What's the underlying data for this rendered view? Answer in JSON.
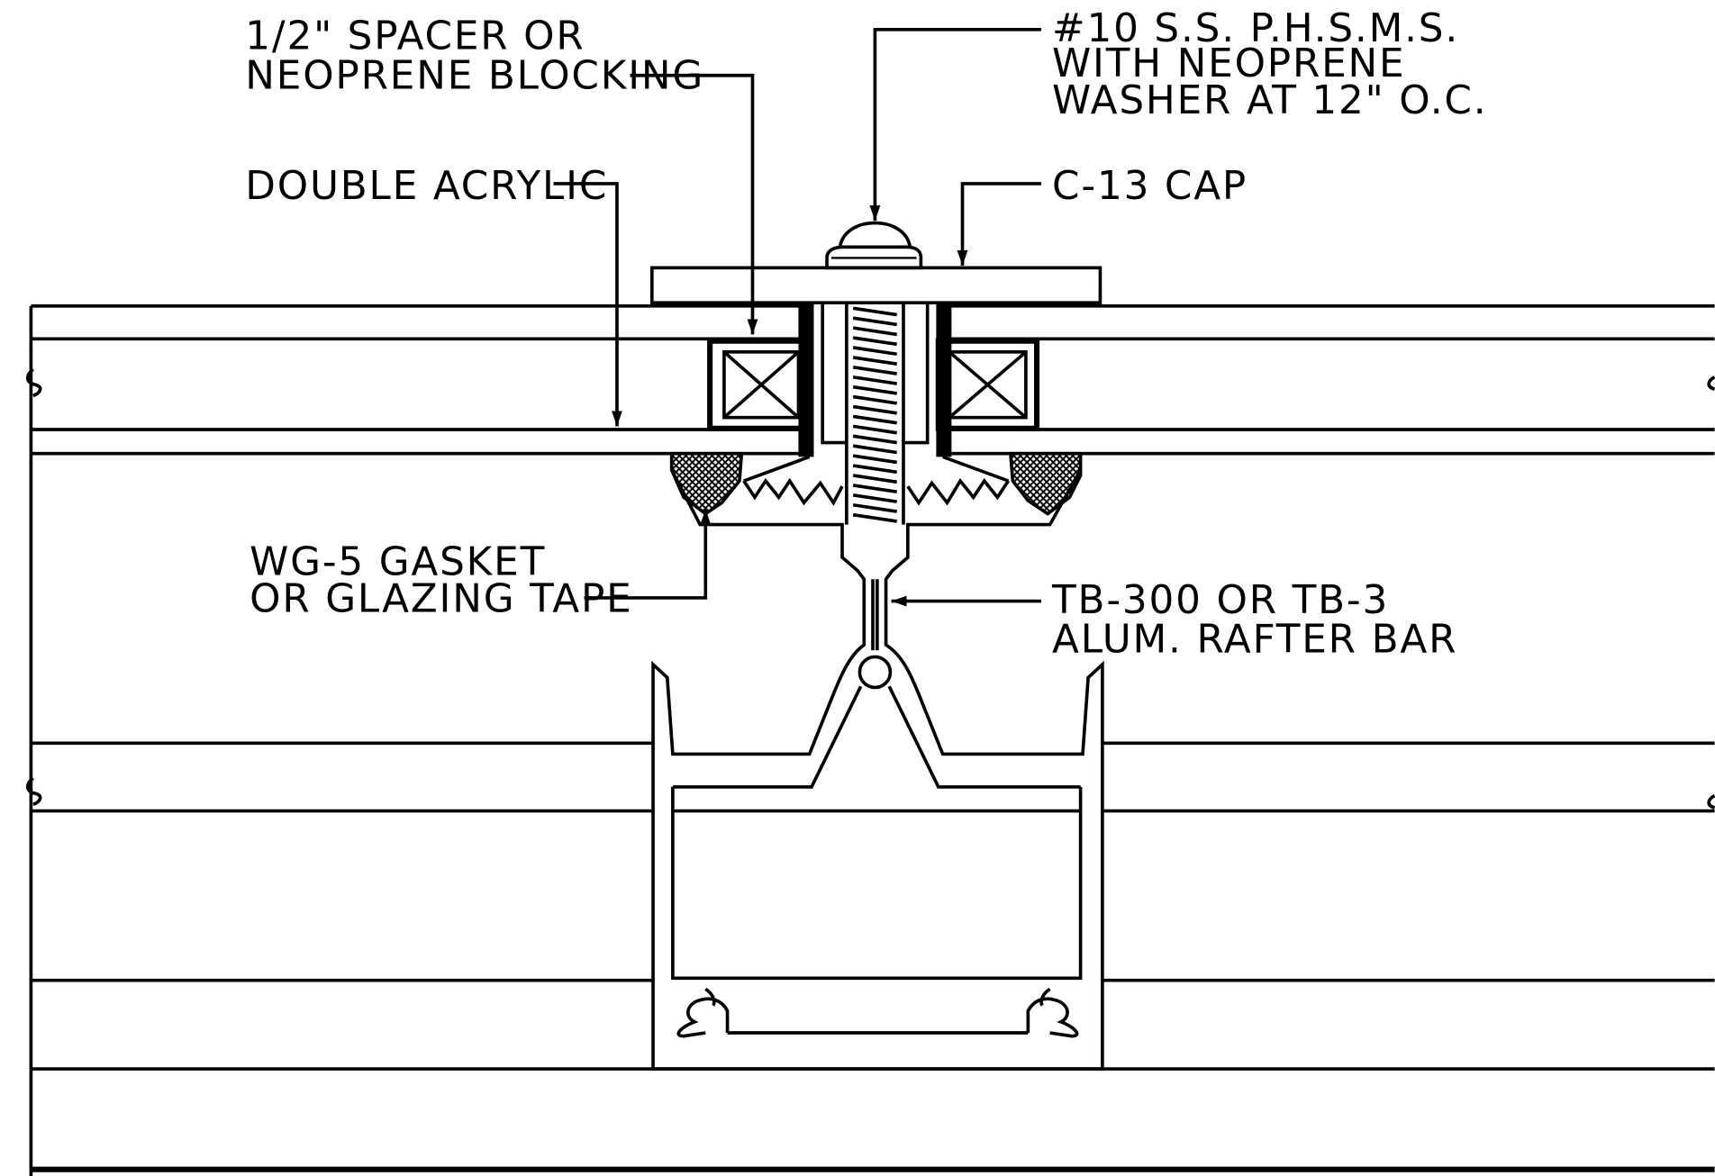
{
  "callouts": {
    "spacer": {
      "line1": "1/2\" SPACER OR",
      "line2": "NEOPRENE BLOCKING"
    },
    "acrylic": {
      "line1": "DOUBLE ACRYLIC"
    },
    "screw": {
      "line1": "#10 S.S. P.H.S.M.S.",
      "line2": "WITH NEOPRENE",
      "line3": "WASHER AT 12\" O.C."
    },
    "cap": {
      "line1": "C-13 CAP"
    },
    "gasket": {
      "line1": "WG-5 GASKET",
      "line2": "OR GLAZING TAPE"
    },
    "rafter": {
      "line1": "TB-300 OR TB-3",
      "line2": "ALUM. RAFTER BAR"
    }
  }
}
